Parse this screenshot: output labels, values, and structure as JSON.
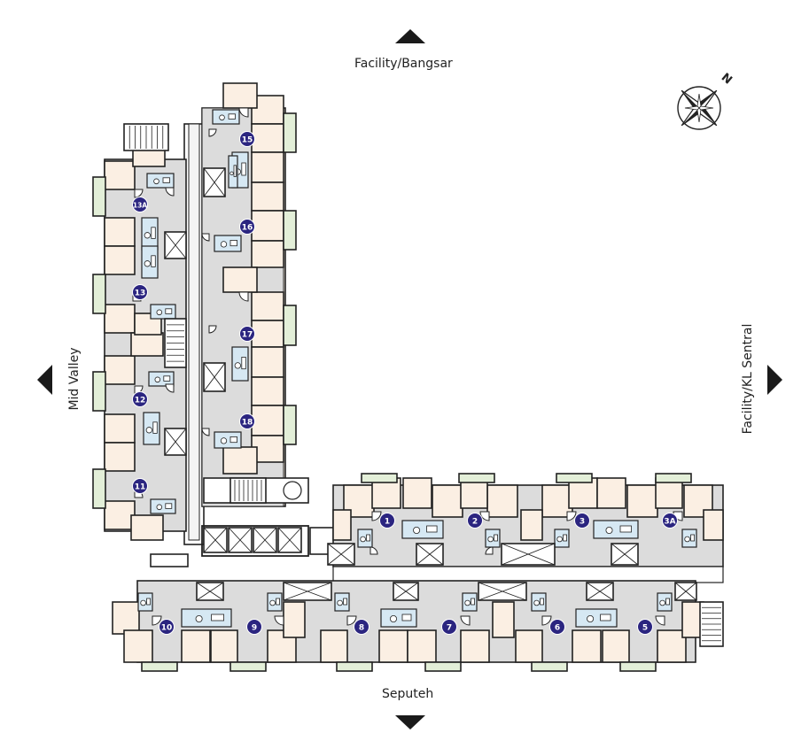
{
  "directions": {
    "north": "Facility/Bangsar",
    "south": "Seputeh",
    "west": "Mid Valley",
    "east": "Facility/KL Sentral"
  },
  "compass": {
    "label": "N"
  },
  "units": [
    "15",
    "16",
    "17",
    "18",
    "13A",
    "13",
    "12",
    "11",
    "1",
    "2",
    "3",
    "3A",
    "10",
    "9",
    "8",
    "7",
    "6",
    "5"
  ],
  "colors": {
    "room": "#fbefe3",
    "corridor": "#dcdcdc",
    "wall": "#222222",
    "balcony": "#e3efd8",
    "bath": "#d6e8f3",
    "badge": "#2b2580"
  }
}
